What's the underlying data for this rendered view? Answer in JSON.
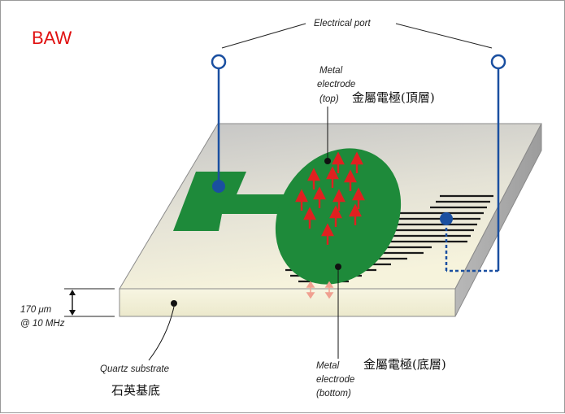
{
  "title": "BAW",
  "labels": {
    "electrical_port": "Electrical port",
    "metal_top_line1": "Metal",
    "metal_top_line2": "electrode",
    "metal_top_line3": "(top)",
    "metal_top_cn": "金屬電極(頂層)",
    "metal_bottom_line1": "Metal",
    "metal_bottom_line2": "electrode",
    "metal_bottom_line3": "(bottom)",
    "metal_bottom_cn": "金屬電極(底層)",
    "quartz_substrate": "Quartz substrate",
    "quartz_substrate_cn": "石英基底",
    "thickness_line1": "170 μm",
    "thickness_line2": "@ 10 MHz"
  },
  "colors": {
    "title": "#e01010",
    "electrode_top": "#1e8a3a",
    "wire": "#1a4fa0",
    "arrow": "#e02020",
    "substrate_top": "#cfcfcf",
    "substrate_front": "#f4f2da"
  }
}
